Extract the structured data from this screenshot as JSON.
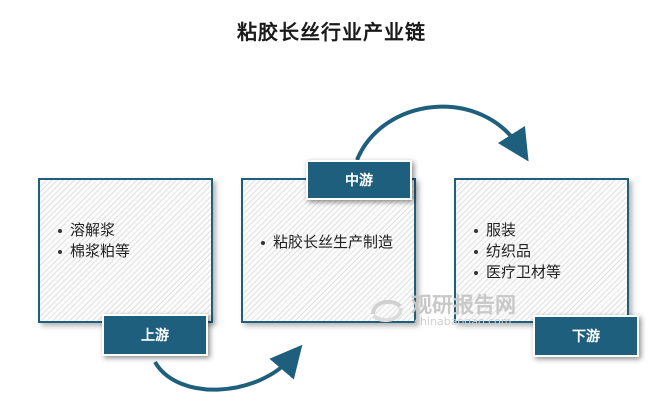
{
  "title": "粘胶长丝行业产业链",
  "stages": {
    "upstream": {
      "label": "上游",
      "items": [
        "溶解浆",
        "棉浆粕等"
      ]
    },
    "midstream": {
      "label": "中游",
      "items": [
        "粘胶长丝生产制造"
      ]
    },
    "downstream": {
      "label": "下游",
      "items": [
        "服装",
        "纺织品",
        "医疗卫材等"
      ]
    }
  },
  "watermark": {
    "brand": "观研报告网",
    "url": "chinabaogao.com",
    "icon": "logo-swirl-icon"
  },
  "colors": {
    "accent": "#1f5f7e",
    "arrow": "#1f5f7e",
    "border": "#1f5f7e"
  }
}
